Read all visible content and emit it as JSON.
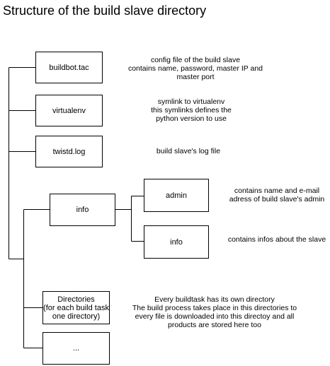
{
  "title": "Structure of the build slave directory",
  "nodes": {
    "buildbot_tac": {
      "label": "buildbot.tac",
      "desc": [
        "config file of the build slave",
        "contains name, password, master IP and",
        "master port"
      ]
    },
    "virtualenv": {
      "label": "virtualenv",
      "desc": [
        "symlink to virtualenv",
        "this symlinks defines the",
        "python version to use"
      ]
    },
    "twistd_log": {
      "label": "twistd.log",
      "desc": [
        "build slave's log file"
      ]
    },
    "info": {
      "label": "info"
    },
    "admin": {
      "label": "admin",
      "desc": [
        "contains name and e-mail",
        "adress of build slave's admin"
      ]
    },
    "info_file": {
      "label": "info",
      "desc": [
        "contains infos about the slave"
      ]
    },
    "directories": {
      "label": [
        "Directories",
        "(for each build task",
        "one directory)"
      ],
      "desc": [
        "Every buildtask has its own directory",
        "The build process takes place in this directories to",
        "every file is downloaded into this directoy and all",
        "products are stored here too"
      ]
    },
    "more": {
      "label": "..."
    }
  }
}
